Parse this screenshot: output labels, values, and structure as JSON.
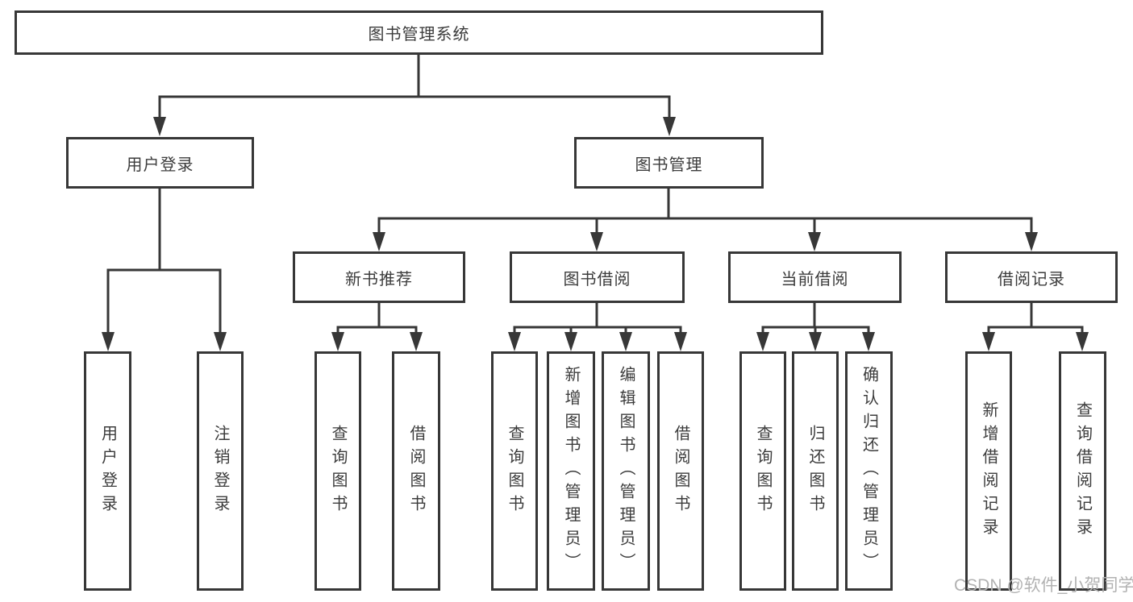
{
  "tree": {
    "root": {
      "label": "图书管理系统"
    },
    "branches": [
      {
        "label": "用户登录",
        "children": [
          {
            "label": "用户登录"
          },
          {
            "label": "注销登录"
          }
        ]
      },
      {
        "label": "图书管理",
        "children": [
          {
            "label": "新书推荐",
            "children": [
              {
                "label": "查询图书"
              },
              {
                "label": "借阅图书"
              }
            ]
          },
          {
            "label": "图书借阅",
            "children": [
              {
                "label": "查询图书"
              },
              {
                "label": "新增图书（管理员）"
              },
              {
                "label": "编辑图书（管理员）"
              },
              {
                "label": "借阅图书"
              }
            ]
          },
          {
            "label": "当前借阅",
            "children": [
              {
                "label": "查询图书"
              },
              {
                "label": "归还图书"
              },
              {
                "label": "确认归还（管理员）"
              }
            ]
          },
          {
            "label": "借阅记录",
            "children": [
              {
                "label": "新增借阅记录"
              },
              {
                "label": "查询借阅记录"
              }
            ]
          }
        ]
      }
    ]
  },
  "watermark": {
    "text": "CSDN @软件_小贺同学"
  },
  "colors": {
    "line": "#373737",
    "text": "#3c3c3c",
    "watermark": "#b2b2b2",
    "background": "#ffffff"
  }
}
